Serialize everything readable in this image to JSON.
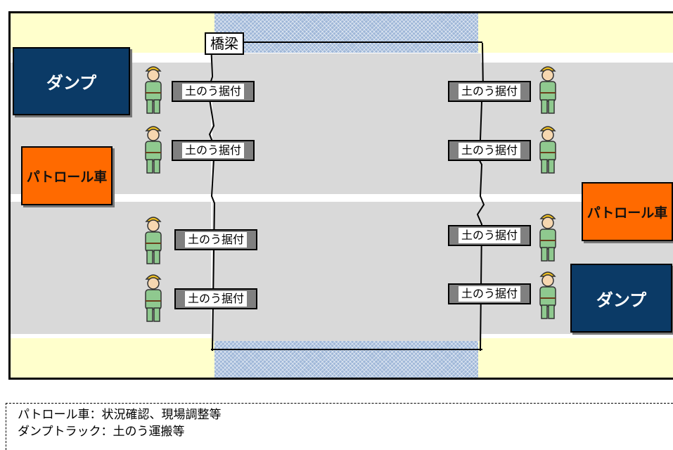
{
  "diagram": {
    "bridge_label": "橋梁",
    "vehicles": {
      "dump": "ダンプ",
      "patrol": "パトロール車"
    },
    "work_tag": "土のう据付"
  },
  "legend": {
    "line1": "パトロール車：状況確認、現場調整等",
    "line2": "ダンプトラック：土のう運搬等"
  },
  "colors": {
    "dump_fill": "#0b3a66",
    "patrol_fill": "#ff6a00",
    "tag_fill": "#808080",
    "road": "#d9d9d9",
    "shoulder": "#ffffcc",
    "river": "#9fb7d8"
  },
  "icons": [
    "worker-icon"
  ]
}
